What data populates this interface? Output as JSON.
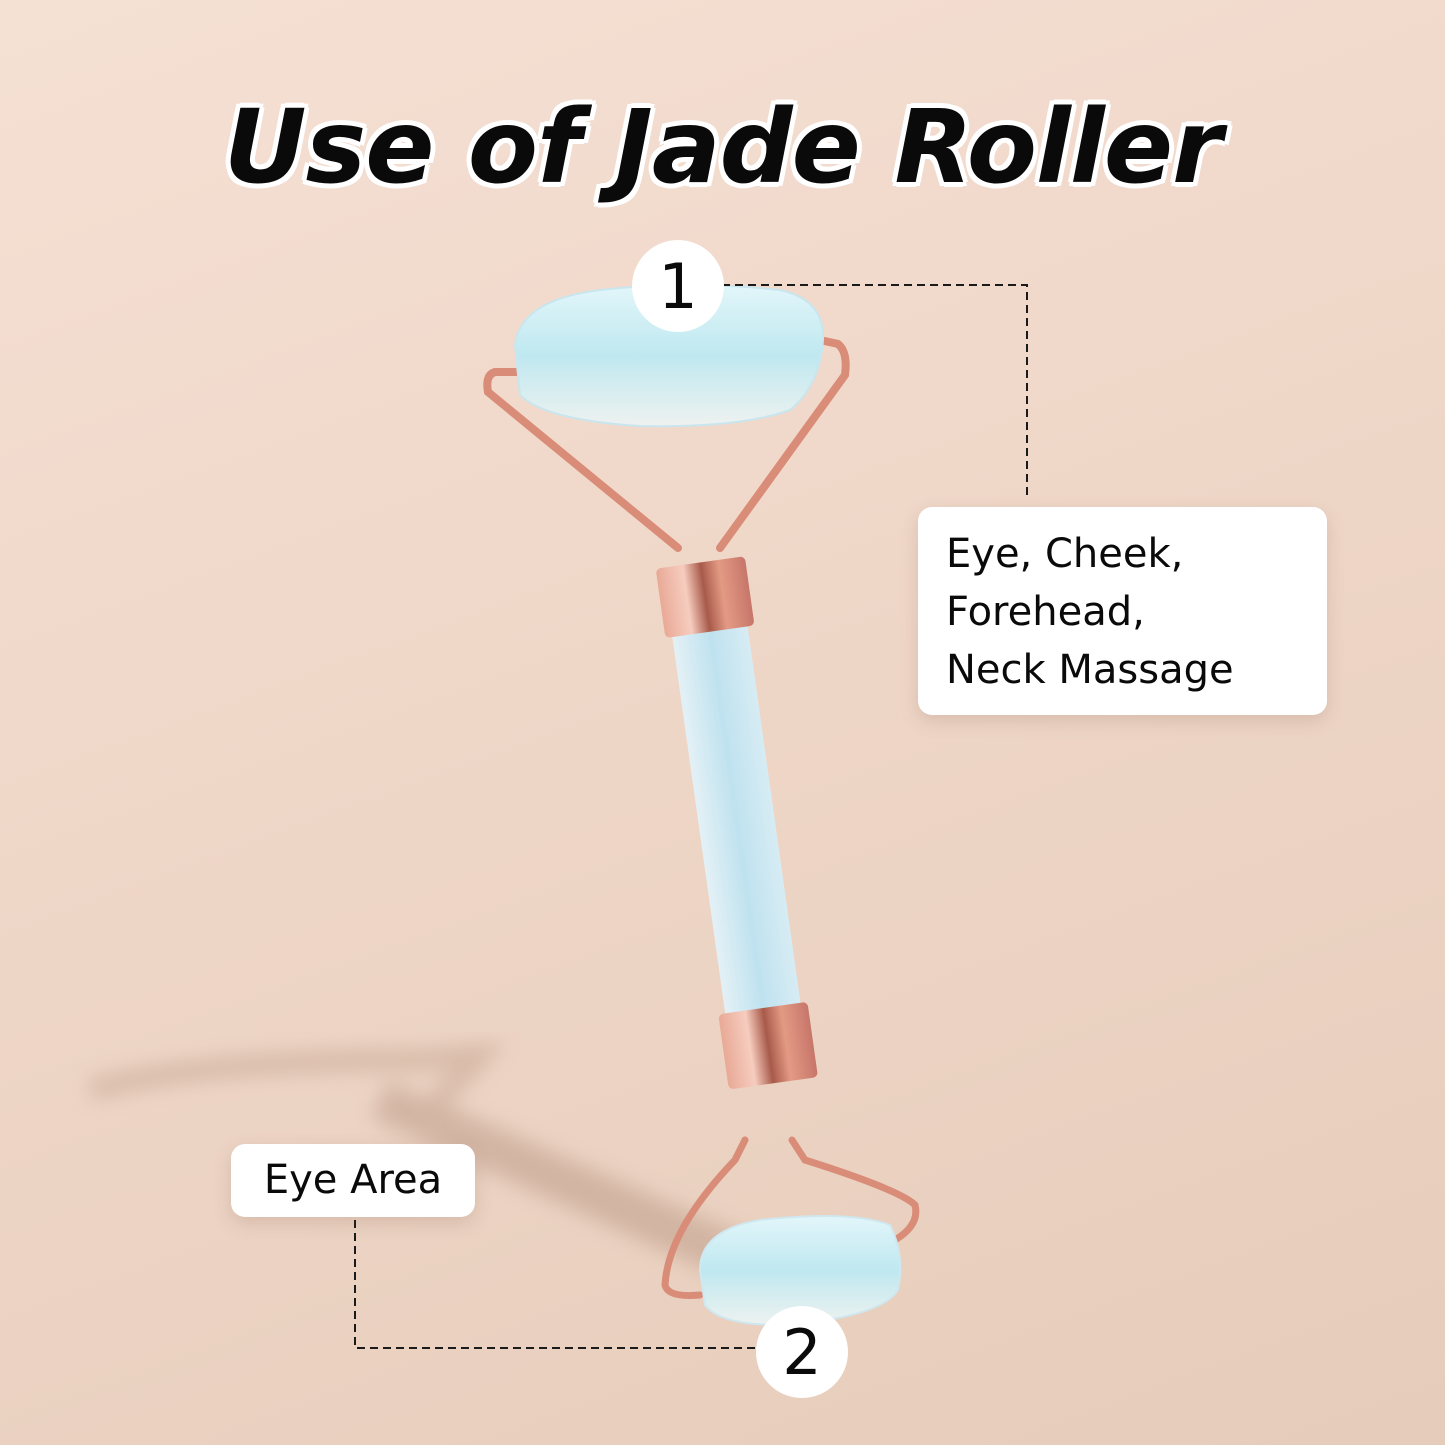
{
  "title": "Use of Jade Roller",
  "callouts": [
    {
      "number": "1",
      "lines": [
        "Eye, Cheek,",
        "Forehead,",
        "Neck Massage"
      ]
    },
    {
      "number": "2",
      "lines": [
        "Eye Area"
      ]
    }
  ],
  "colors": {
    "background_top": "#f5e0d4",
    "background_bottom": "#e6ccba",
    "stone": "#cfeef3",
    "rose_gold": "#d98c77",
    "text": "#0a0a0a",
    "label_bg": "#ffffff"
  }
}
